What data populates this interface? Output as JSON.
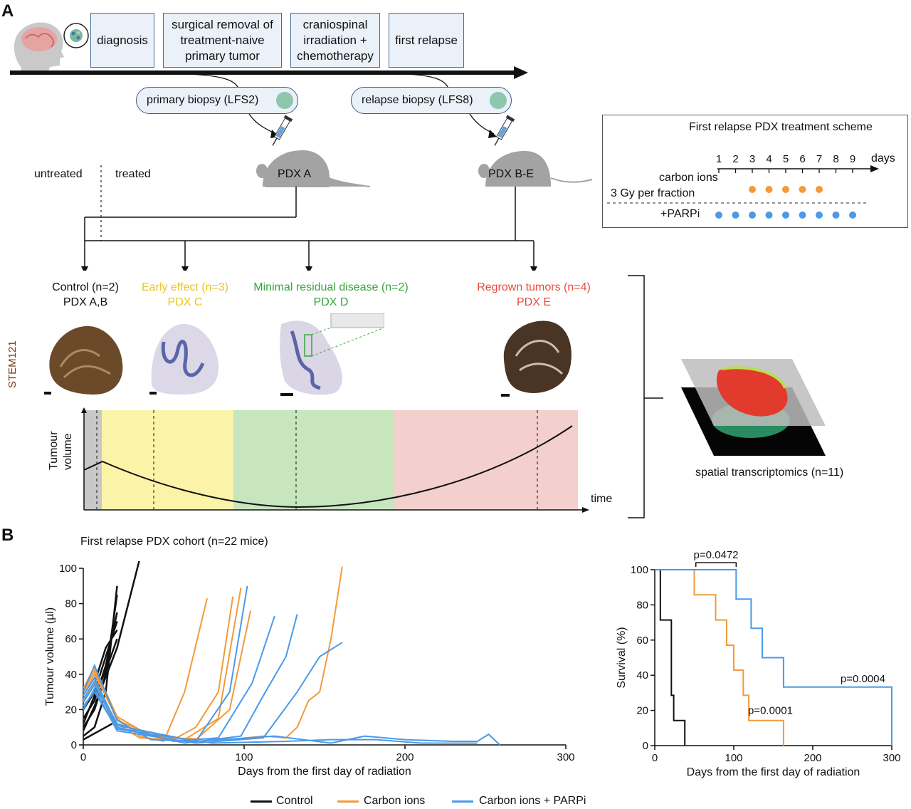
{
  "panel_a": {
    "letter": "A",
    "steps": [
      "diagnosis",
      "surgical removal of treatment-naive primary tumor",
      "craniospinal irradiation + chemotherapy",
      "first relapse"
    ],
    "primary_biopsy": "primary biopsy (LFS2)",
    "relapse_biopsy": "relapse biopsy (LFS8)",
    "untreated": "untreated",
    "treated": "treated",
    "pdx_a": "PDX A",
    "pdx_be": "PDX B-E",
    "scheme": {
      "title": "First relapse PDX treatment scheme",
      "days_label": "days",
      "days": [
        "1",
        "2",
        "3",
        "4",
        "5",
        "6",
        "7",
        "8",
        "9"
      ],
      "carbon_label_1": "carbon ions",
      "carbon_label_2": "3 Gy per fraction",
      "parpi_label": "+PARPi",
      "carbon_color": "#f39a3a",
      "parpi_color": "#4a9ae8"
    },
    "groups": [
      {
        "title": "Control (n=2)",
        "sub": "PDX A,B",
        "color": "#111111"
      },
      {
        "title": "Early effect (n=3)",
        "sub": "PDX C",
        "color": "#e8c52a"
      },
      {
        "title": "Minimal residual disease (n=2)",
        "sub": "PDX D",
        "color": "#39a53a"
      },
      {
        "title": "Regrown tumors (n=4)",
        "sub": "PDX E",
        "color": "#e84b3c"
      }
    ],
    "stain_label": "STEM121",
    "tumour_volume_label_1": "Tumour",
    "tumour_volume_label_2": "volume",
    "time_label": "time",
    "spatial_label": "spatial transcriptomics (n=11)",
    "phase_colors": [
      "#c8c8c8",
      "#fbf3a8",
      "#c7e6bd",
      "#f3cfcd"
    ]
  },
  "panel_b": {
    "letter": "B",
    "cohort_title": "First relapse PDX cohort (n=22 mice)",
    "legend": [
      {
        "name": "Control",
        "color": "#111111"
      },
      {
        "name": "Carbon ions",
        "color": "#f39a3a"
      },
      {
        "name": "Carbon ions + PARPi",
        "color": "#4a9ae8"
      }
    ]
  },
  "chart_data": [
    {
      "type": "line",
      "title": "First relapse PDX cohort (n=22 mice)",
      "xlabel": "Days from the first day of radiation",
      "ylabel": "Tumour volume (µl)",
      "xlim": [
        0,
        300
      ],
      "ylim": [
        0,
        100
      ],
      "xticks": [
        0,
        100,
        200,
        300
      ],
      "yticks": [
        0,
        20,
        40,
        60,
        80,
        100
      ],
      "series": [
        {
          "name": "Control",
          "color": "#111111",
          "lines": [
            [
              [
                0,
                5
              ],
              [
                7,
                10
              ],
              [
                14,
                30
              ],
              [
                21,
                90
              ]
            ],
            [
              [
                0,
                10
              ],
              [
                7,
                20
              ],
              [
                14,
                40
              ],
              [
                21,
                85
              ]
            ],
            [
              [
                0,
                15
              ],
              [
                7,
                25
              ],
              [
                14,
                45
              ],
              [
                21,
                75
              ]
            ],
            [
              [
                0,
                20
              ],
              [
                7,
                30
              ],
              [
                14,
                50
              ],
              [
                21,
                70
              ]
            ],
            [
              [
                0,
                25
              ],
              [
                7,
                35
              ],
              [
                14,
                55
              ],
              [
                21,
                65
              ]
            ],
            [
              [
                0,
                12
              ],
              [
                7,
                28
              ],
              [
                14,
                42
              ],
              [
                21,
                60
              ]
            ],
            [
              [
                0,
                8
              ],
              [
                7,
                22
              ],
              [
                21,
                55
              ],
              [
                35,
                105
              ]
            ],
            [
              [
                0,
                3
              ],
              [
                10,
                8
              ],
              [
                18,
                12
              ]
            ]
          ]
        },
        {
          "name": "Carbon ions",
          "color": "#f39a3a",
          "lines": [
            [
              [
                0,
                28
              ],
              [
                7,
                40
              ],
              [
                21,
                15
              ],
              [
                35,
                5
              ],
              [
                50,
                2
              ],
              [
                63,
                30
              ],
              [
                77,
                83
              ]
            ],
            [
              [
                0,
                25
              ],
              [
                7,
                35
              ],
              [
                21,
                12
              ],
              [
                35,
                4
              ],
              [
                56,
                3
              ],
              [
                70,
                10
              ],
              [
                84,
                30
              ],
              [
                93,
                84
              ]
            ],
            [
              [
                0,
                30
              ],
              [
                7,
                42
              ],
              [
                21,
                14
              ],
              [
                42,
                6
              ],
              [
                63,
                3
              ],
              [
                84,
                15
              ],
              [
                98,
                89
              ]
            ],
            [
              [
                0,
                32
              ],
              [
                7,
                44
              ],
              [
                21,
                16
              ],
              [
                42,
                5
              ],
              [
                70,
                3
              ],
              [
                91,
                20
              ],
              [
                104,
                76
              ]
            ],
            [
              [
                0,
                22
              ],
              [
                7,
                30
              ],
              [
                21,
                10
              ],
              [
                49,
                4
              ],
              [
                91,
                3
              ],
              [
                112,
                5
              ],
              [
                126,
                4
              ],
              [
                133,
                10
              ],
              [
                140,
                25
              ],
              [
                147,
                30
              ],
              [
                154,
                60
              ],
              [
                161,
                101
              ]
            ]
          ]
        },
        {
          "name": "Carbon ions + PARPi",
          "color": "#4a9ae8",
          "lines": [
            [
              [
                0,
                30
              ],
              [
                7,
                45
              ],
              [
                21,
                14
              ],
              [
                42,
                3
              ],
              [
                70,
                2
              ],
              [
                91,
                30
              ],
              [
                102,
                90
              ]
            ],
            [
              [
                0,
                26
              ],
              [
                7,
                36
              ],
              [
                21,
                12
              ],
              [
                56,
                2
              ],
              [
                84,
                4
              ],
              [
                105,
                35
              ],
              [
                119,
                73
              ]
            ],
            [
              [
                0,
                24
              ],
              [
                7,
                34
              ],
              [
                21,
                10
              ],
              [
                63,
                1
              ],
              [
                98,
                5
              ],
              [
                112,
                28
              ],
              [
                126,
                50
              ],
              [
                133,
                74
              ]
            ],
            [
              [
                0,
                20
              ],
              [
                7,
                32
              ],
              [
                21,
                8
              ],
              [
                70,
                1
              ],
              [
                112,
                4
              ],
              [
                133,
                30
              ],
              [
                147,
                50
              ],
              [
                161,
                58
              ]
            ],
            [
              [
                0,
                28
              ],
              [
                7,
                38
              ],
              [
                21,
                11
              ],
              [
                70,
                2
              ],
              [
                119,
                5
              ],
              [
                154,
                1
              ],
              [
                175,
                5
              ],
              [
                200,
                3
              ],
              [
                230,
                2
              ],
              [
                245,
                2
              ],
              [
                252,
                6
              ],
              [
                259,
                0
              ]
            ],
            [
              [
                0,
                22
              ],
              [
                7,
                30
              ],
              [
                21,
                9
              ],
              [
                80,
                1
              ],
              [
                126,
                2
              ],
              [
                154,
                3
              ],
              [
                182,
                3
              ],
              [
                210,
                1
              ],
              [
                245,
                1
              ]
            ]
          ]
        }
      ]
    },
    {
      "type": "step",
      "xlabel": "Days from the first day of radiation",
      "ylabel": "Survival (%)",
      "xlim": [
        0,
        300
      ],
      "ylim": [
        0,
        100
      ],
      "xticks": [
        0,
        100,
        200,
        300
      ],
      "yticks": [
        0,
        20,
        40,
        60,
        80,
        100
      ],
      "series": [
        {
          "name": "Control",
          "color": "#111111",
          "points": [
            [
              0,
              100
            ],
            [
              7,
              100
            ],
            [
              7,
              71.4
            ],
            [
              21,
              71.4
            ],
            [
              21,
              28.6
            ],
            [
              24,
              28.6
            ],
            [
              24,
              14.3
            ],
            [
              38,
              14.3
            ],
            [
              38,
              0
            ]
          ]
        },
        {
          "name": "Carbon ions",
          "color": "#f39a3a",
          "points": [
            [
              0,
              100
            ],
            [
              50,
              100
            ],
            [
              50,
              85.7
            ],
            [
              77,
              85.7
            ],
            [
              77,
              71.4
            ],
            [
              91,
              71.4
            ],
            [
              91,
              57.1
            ],
            [
              100,
              57.1
            ],
            [
              100,
              42.9
            ],
            [
              112,
              42.9
            ],
            [
              112,
              28.6
            ],
            [
              119,
              28.6
            ],
            [
              119,
              14.3
            ],
            [
              163,
              14.3
            ],
            [
              163,
              0
            ]
          ]
        },
        {
          "name": "Carbon ions + PARPi",
          "color": "#4a9ae8",
          "points": [
            [
              0,
              100
            ],
            [
              103,
              100
            ],
            [
              103,
              83.3
            ],
            [
              122,
              83.3
            ],
            [
              122,
              66.7
            ],
            [
              136,
              66.7
            ],
            [
              136,
              50
            ],
            [
              163,
              50
            ],
            [
              163,
              33.3
            ],
            [
              300,
              33.3
            ],
            [
              300,
              0
            ]
          ]
        }
      ],
      "annotations": [
        "p=0.0472",
        "p=0.0001",
        "p=0.0004"
      ]
    }
  ]
}
